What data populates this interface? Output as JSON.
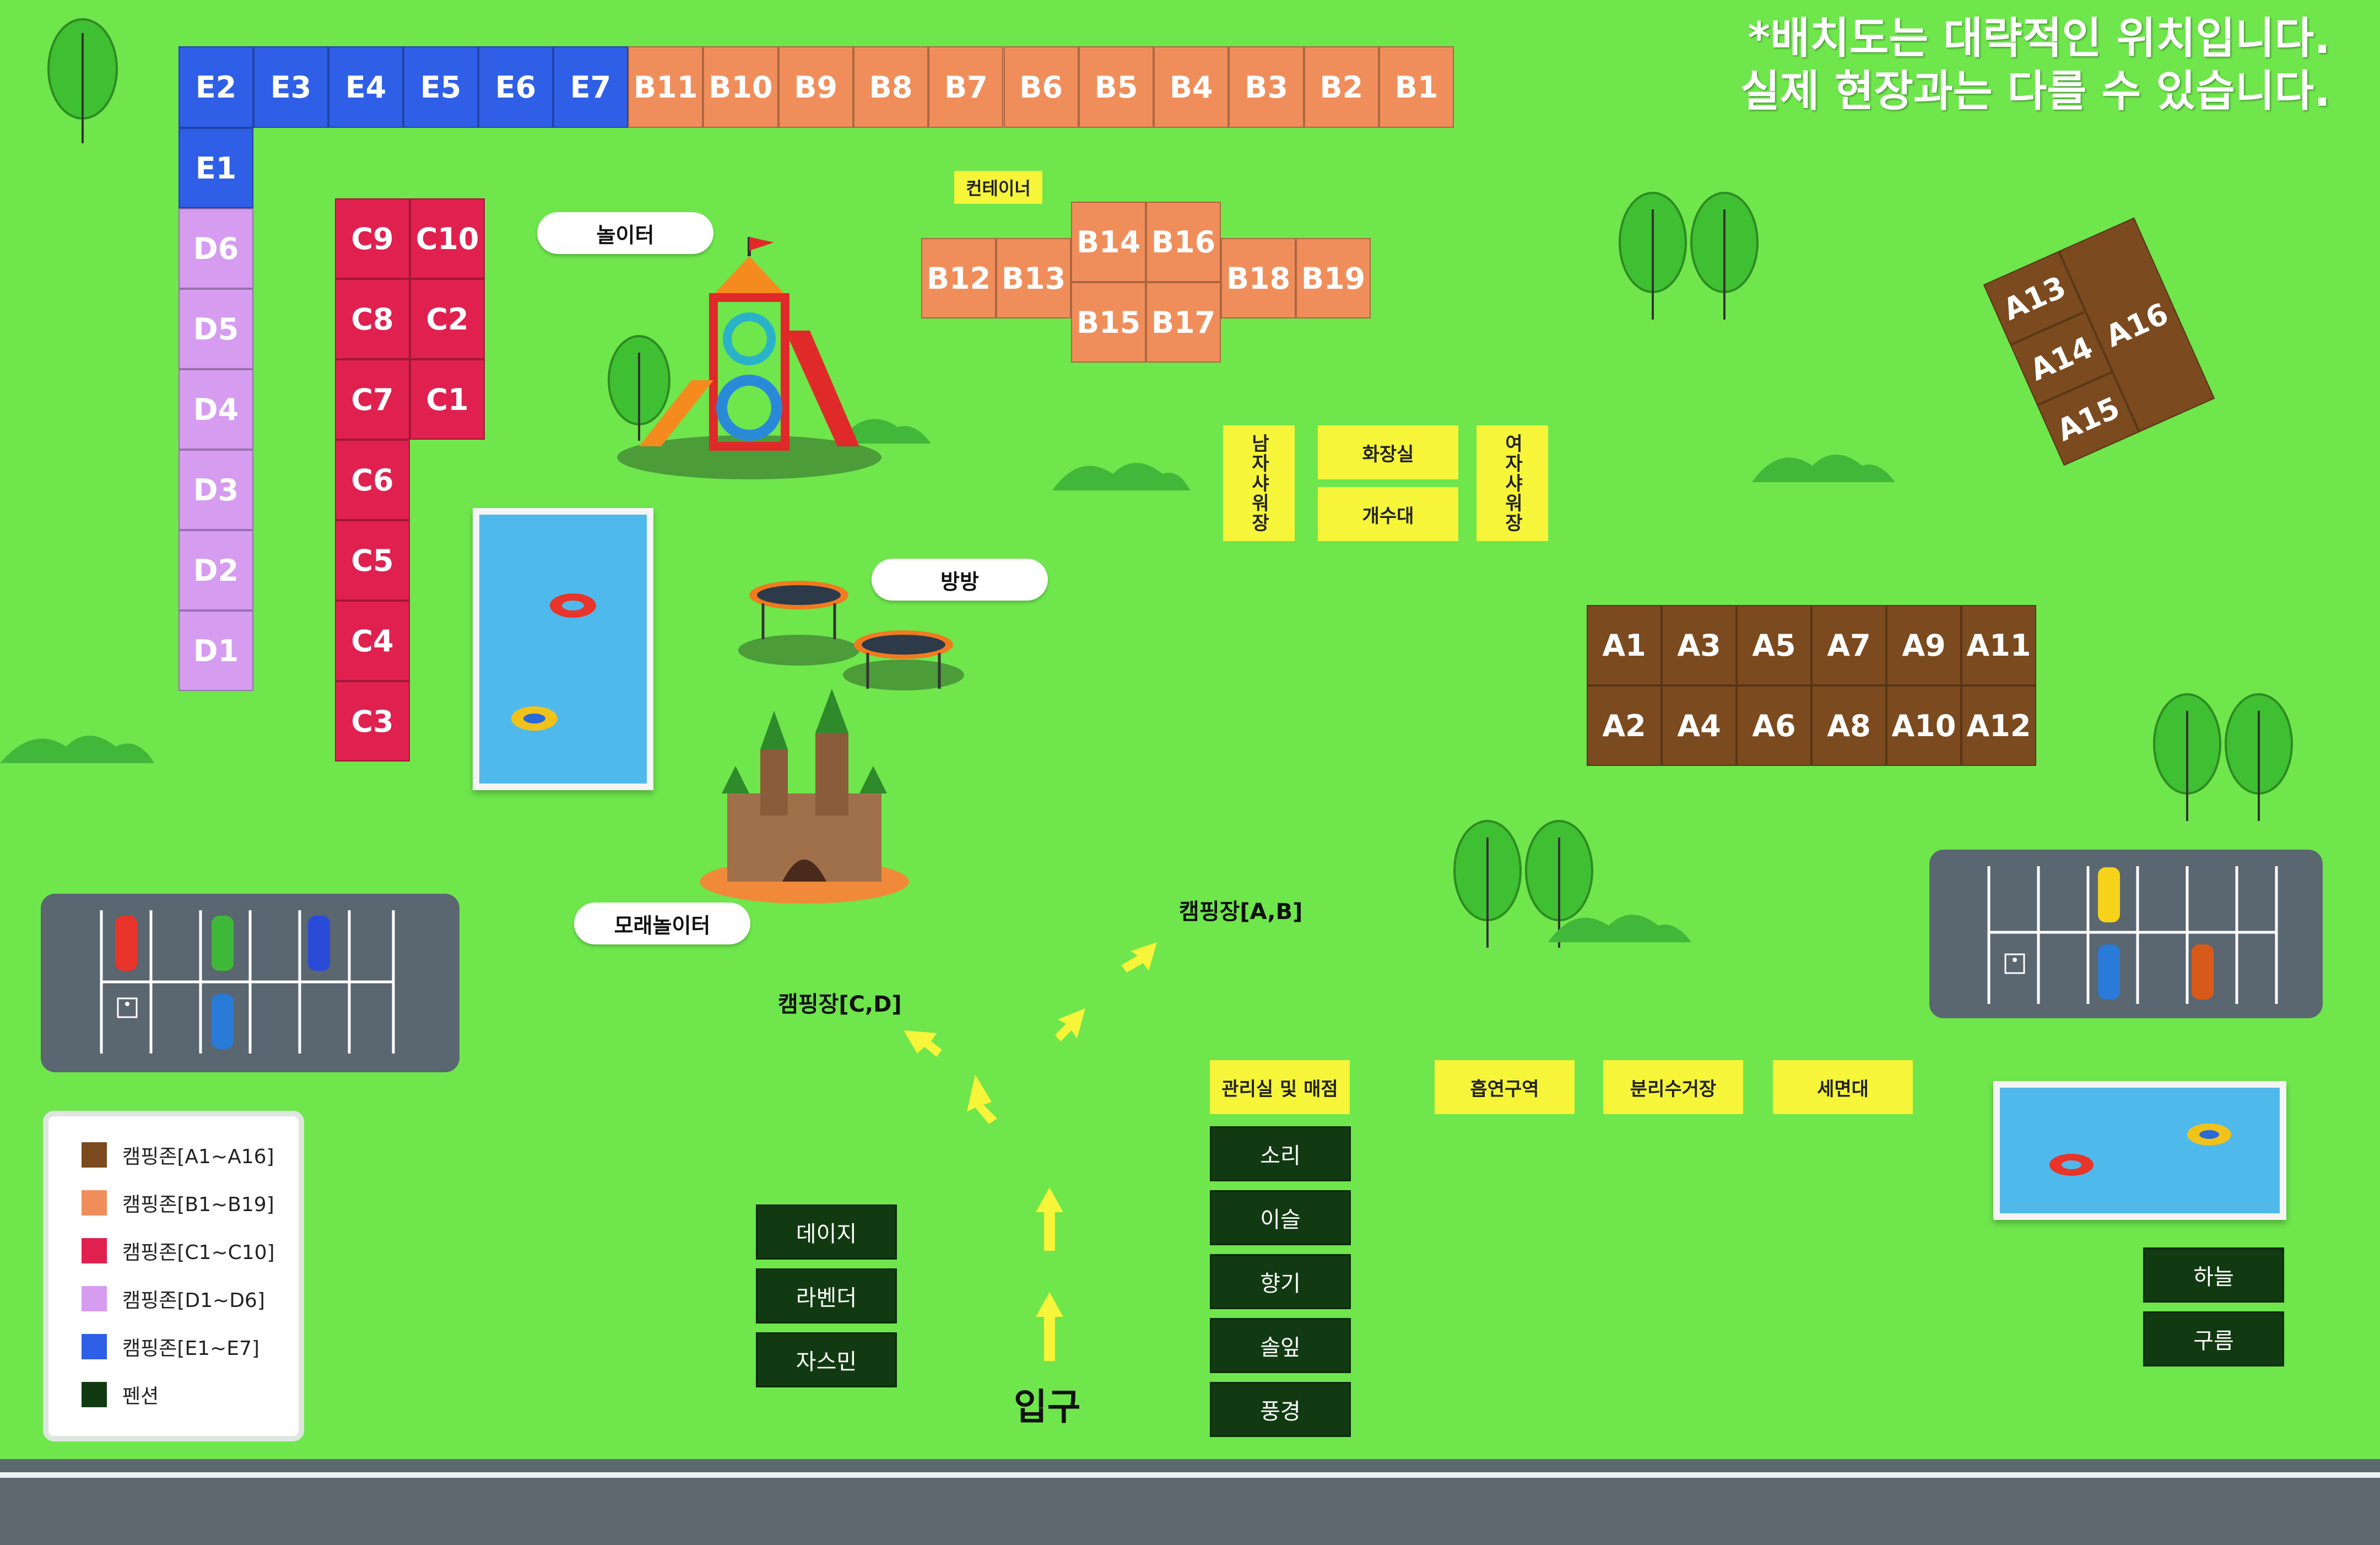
{
  "notice": {
    "line1": "*배치도는 대략적인 위치입니다.",
    "line2": "실제 현장과는 다를 수 있습니다."
  },
  "colors": {
    "grass": "#6ee64c",
    "zone_a": "#7b4a1e",
    "zone_b": "#f08e5b",
    "zone_c": "#e0214f",
    "zone_d": "#d59cf0",
    "zone_e": "#2f5fe6",
    "pension": "#123a12",
    "facility": "#f6f53a"
  },
  "sites": {
    "e_row": [
      "E2",
      "E3",
      "E4",
      "E5",
      "E6",
      "E7"
    ],
    "e_single": "E1",
    "b_row": [
      "B11",
      "B10",
      "B9",
      "B8",
      "B7",
      "B6",
      "B5",
      "B4",
      "B3",
      "B2",
      "B1"
    ],
    "d_col": [
      "D6",
      "D5",
      "D4",
      "D3",
      "D2",
      "D1"
    ],
    "c_left": [
      "C9",
      "C8",
      "C7",
      "C6",
      "C5",
      "C4",
      "C3"
    ],
    "c_right": [
      "C10",
      "C2",
      "C1"
    ],
    "b_cluster": {
      "left": [
        "B12",
        "B13"
      ],
      "top": [
        "B14",
        "B16"
      ],
      "bottom": [
        "B15",
        "B17"
      ],
      "right": [
        "B18",
        "B19"
      ]
    },
    "a_grid_top": [
      "A1",
      "A3",
      "A5",
      "A7",
      "A9",
      "A11"
    ],
    "a_grid_bottom": [
      "A2",
      "A4",
      "A6",
      "A8",
      "A10",
      "A12"
    ],
    "a_tilted": [
      "A13",
      "A14",
      "A15",
      "A16"
    ]
  },
  "container_label": "컨테이너",
  "facilities": {
    "men_shower": "남자샤워장",
    "restroom": "화장실",
    "sink": "개수대",
    "women_shower": "여자샤워장",
    "office": "관리실 및 매점",
    "smoking": "흡연구역",
    "recycle": "분리수거장",
    "wash": "세면대"
  },
  "amenity_labels": {
    "playground": "놀이터",
    "trampoline": "방방",
    "sandbox": "모래놀이터"
  },
  "directions": {
    "campsite_ab": "캠핑장[A,B]",
    "campsite_cd": "캠핑장[C,D]",
    "entrance": "입구"
  },
  "pensions": {
    "left_col": [
      "데이지",
      "라벤더",
      "자스민"
    ],
    "center_col": [
      "소리",
      "이슬",
      "향기",
      "솔잎",
      "풍경"
    ],
    "right_col": [
      "하늘",
      "구름"
    ]
  },
  "legend": [
    {
      "label": "캠핑존[A1~A16]",
      "color": "#7b4a1e"
    },
    {
      "label": "캠핑존[B1~B19]",
      "color": "#f08e5b"
    },
    {
      "label": "캠핑존[C1~C10]",
      "color": "#e0214f"
    },
    {
      "label": "캠핑존[D1~D6]",
      "color": "#d59cf0"
    },
    {
      "label": "캠핑존[E1~E7]",
      "color": "#2f5fe6"
    },
    {
      "label": "펜션",
      "color": "#123a12"
    }
  ],
  "parking_icons": [
    "wheelchair-icon",
    "wheelchair-icon"
  ]
}
